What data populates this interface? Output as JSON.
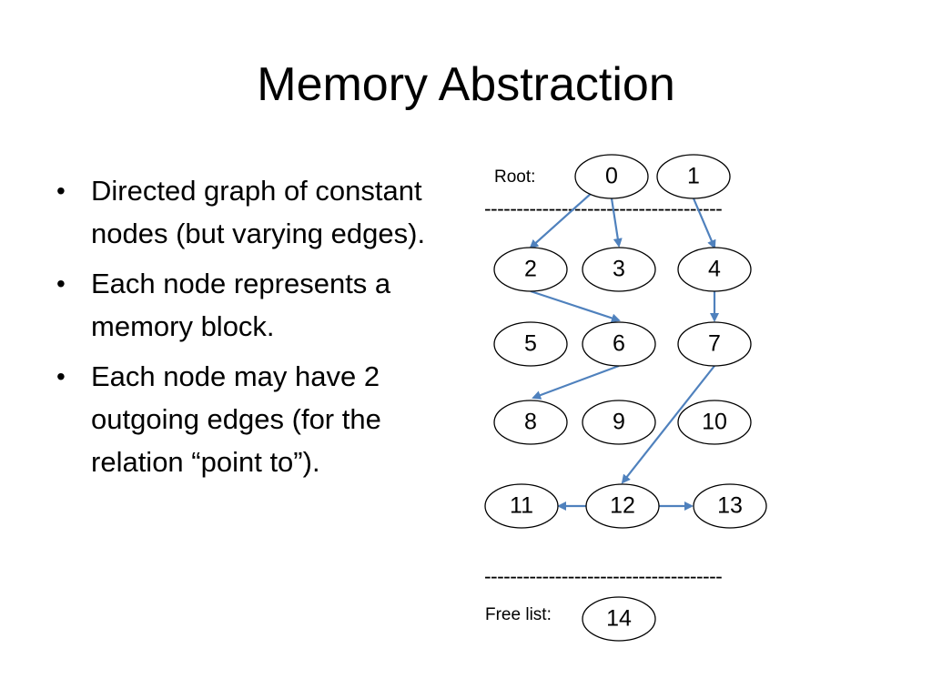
{
  "title": "Memory Abstraction",
  "bullets": [
    "Directed graph of constant nodes (but varying edges).",
    "Each node represents a memory block.",
    "Each node may have 2 outgoing edges (for the relation “point to”)."
  ],
  "diagram": {
    "root_label": "Root:",
    "free_list_label": "Free list:",
    "divider": "-------------------------------------",
    "edge_color": "#4f81bd",
    "nodes": [
      "0",
      "1",
      "2",
      "3",
      "4",
      "5",
      "6",
      "7",
      "8",
      "9",
      "10",
      "11",
      "12",
      "13",
      "14"
    ],
    "edges": [
      [
        "0",
        "2"
      ],
      [
        "0",
        "3"
      ],
      [
        "1",
        "4"
      ],
      [
        "2",
        "6"
      ],
      [
        "4",
        "7"
      ],
      [
        "6",
        "8"
      ],
      [
        "7",
        "12"
      ],
      [
        "12",
        "11"
      ],
      [
        "12",
        "13"
      ]
    ]
  }
}
